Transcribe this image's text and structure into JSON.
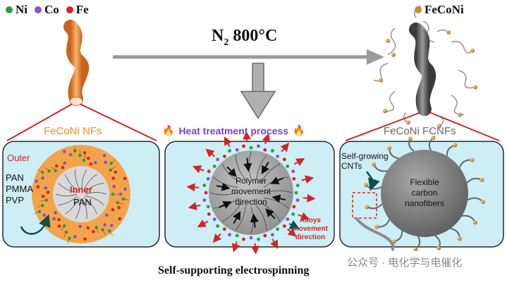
{
  "legend_left": [
    {
      "symbol": "Ni",
      "color": "#2e9e3f"
    },
    {
      "symbol": "Co",
      "color": "#8a4fc9"
    },
    {
      "symbol": "Fe",
      "color": "#d42424"
    }
  ],
  "legend_right": {
    "symbol": "FeCoNi",
    "color": "#c98a3a"
  },
  "process_condition": {
    "main": "N",
    "sub": "2",
    "rest": " 800°C"
  },
  "panel_titles": {
    "left": "FeCoNi NFs",
    "middle": "Heat treatment process",
    "right": "FeCoNi FCNFs"
  },
  "left_panel": {
    "outer_label": "Outer",
    "outer_polymers": [
      "PAN",
      "PMMA",
      "PVP"
    ],
    "inner_label": "Inner",
    "inner_polymer": "PAN"
  },
  "middle_panel": {
    "core_lines": [
      "Polymer",
      "movement",
      "direction"
    ],
    "alloy_lines": [
      "Alloys",
      "movement",
      "direction"
    ]
  },
  "right_panel": {
    "cnt_lines": [
      "Self-growing",
      "CNTs"
    ],
    "core_lines": [
      "Flexible",
      "carbon",
      "nanofibers"
    ]
  },
  "caption": "Self-supporting electrospinning",
  "watermark": "公众号 · 电化学与电催化",
  "colors": {
    "panel_fill": "#cdeef5",
    "panel_border": "#2a2a2a",
    "outer_shell": "#f3a44a",
    "inner_core": "#d9d9d9",
    "red_accent": "#d42424",
    "title_orange": "#f08a1c",
    "title_purple": "#7a3fd0",
    "title_gray": "#666666",
    "arrow_gray": "#9a9a9a"
  }
}
